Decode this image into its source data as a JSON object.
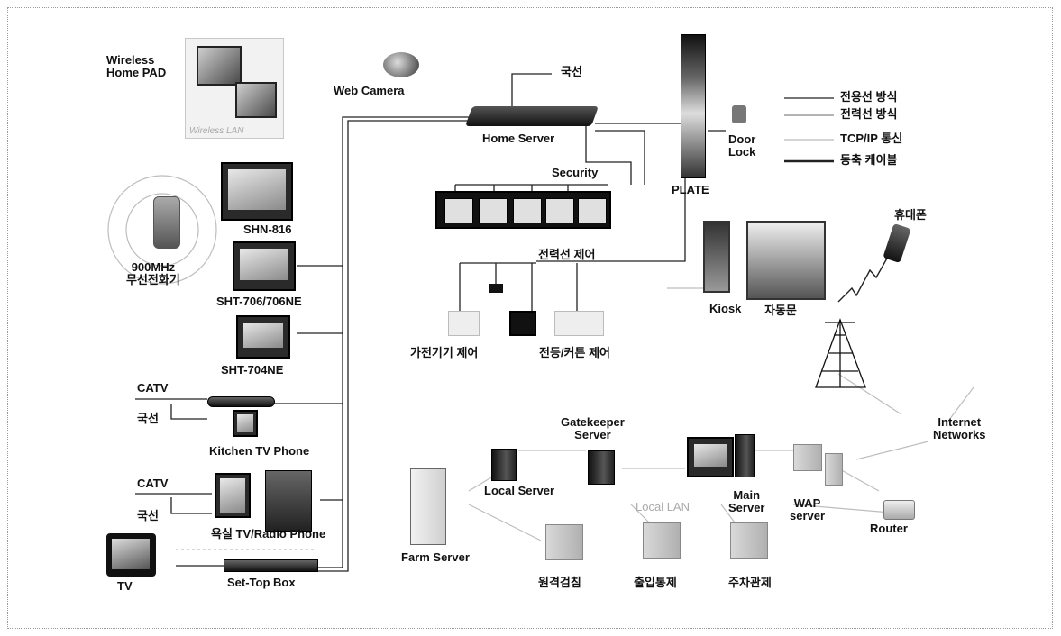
{
  "labels": {
    "wireless_home_pad": "Wireless\nHome PAD",
    "pad_caption": "Wireless LAN",
    "web_camera": "Web Camera",
    "guksun_top": "국선",
    "home_server": "Home Server",
    "plate": "PLATE",
    "door_lock": "Door\nLock",
    "security": "Security",
    "shn816": "SHN-816",
    "phone_900": "900MHz\n무선전화기",
    "sht706": "SHT-706/706NE",
    "power_line_control": "전력선 제어",
    "kiosk": "Kiosk",
    "auto_door": "자동문",
    "mobile": "휴대폰",
    "sht704": "SHT-704NE",
    "appliance_control": "가전기기 제어",
    "light_curtain_control": "전등/커튼 제어",
    "catv_1": "CATV",
    "guksun_1": "국선",
    "kitchen_tv_phone": "Kitchen TV Phone",
    "internet_networks": "Internet\nNetworks",
    "gatekeeper_server": "Gatekeeper\nServer",
    "main_server": "Main\nServer",
    "local_server": "Local Server",
    "wap_server": "WAP\nserver",
    "local_lan": "Local LAN",
    "router": "Router",
    "catv_2": "CATV",
    "guksun_2": "국선",
    "bath_tv_radio_phone": "욕실 TV/Radio Phone",
    "farm_server": "Farm Server",
    "tv": "TV",
    "set_top_box": "Set-Top Box",
    "remote_meter": "원격검침",
    "access_control": "출입통제",
    "parking_control": "주차관제"
  },
  "legend": [
    {
      "label": "전용선 방식",
      "style": "dedicated-line"
    },
    {
      "label": "전력선 방식",
      "style": "power-line"
    },
    {
      "label": "TCP/IP 통신",
      "style": "tcp-ip"
    },
    {
      "label": "동축 케이블",
      "style": "coax-cable"
    }
  ],
  "colors": {
    "line": "#222222",
    "faint_line": "#bdbdbd",
    "frame": "#9a9a9a"
  }
}
